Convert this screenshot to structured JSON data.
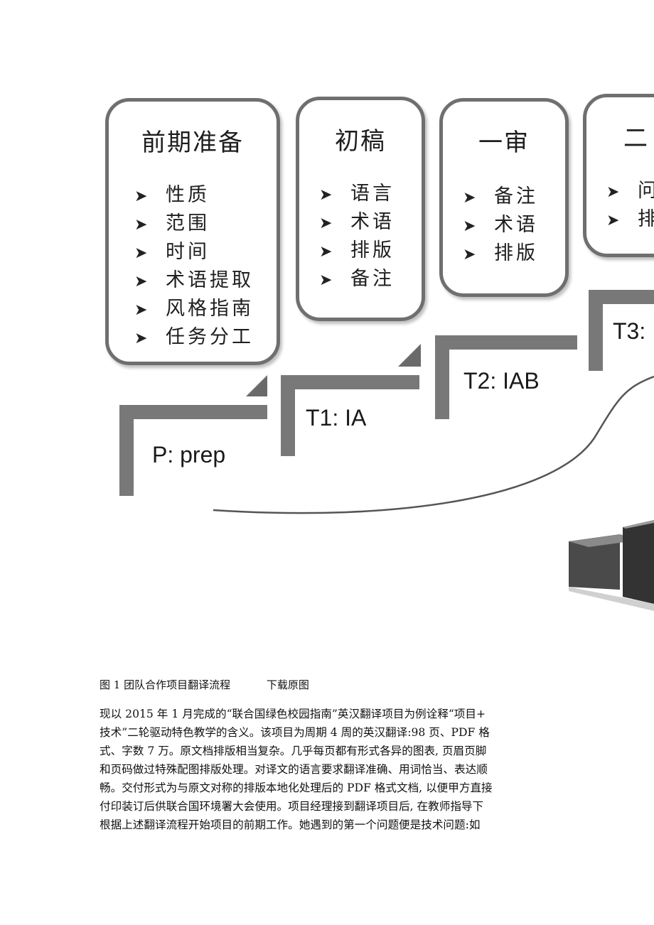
{
  "figure": {
    "stages": [
      {
        "title": "前期准备",
        "items": [
          "性质",
          "范围",
          "时间",
          "术语提取",
          "风格指南",
          "任务分工"
        ]
      },
      {
        "title": "初稿",
        "items": [
          "语言",
          "术语",
          "排版",
          "备注"
        ]
      },
      {
        "title": "一审",
        "items": [
          "备注",
          "术语",
          "排版"
        ]
      },
      {
        "title": "二",
        "items": [
          "问",
          "排"
        ]
      }
    ],
    "arrow_glyph": "➤",
    "steps": [
      "P: prep",
      "T1: IA",
      "T2: IAB",
      "T3:"
    ],
    "colors": {
      "step_bar": "#777777",
      "box_border": "#6f6f6f",
      "block_dark": "#404040",
      "block_mid": "#6a6a6a"
    }
  },
  "caption": {
    "label": "图 1 团队合作项目翻译流程",
    "link": "下载原图"
  },
  "paragraph_lines": [
    "现以 2015 年 1 月完成的“联合国绿色校园指南”英汉翻译项目为例诠释“项目+",
    "技术”二轮驱动特色教学的含义。该项目为周期 4 周的英汉翻译:98 页、PDF 格",
    "式、字数 7 万。原文档排版相当复杂。几乎每页都有形式各异的图表, 页眉页脚",
    "和页码做过特殊配图排版处理。对译文的语言要求翻译准确、用词恰当、表达顺",
    "畅。交付形式为与原文对称的排版本地化处理后的 PDF 格式文档, 以便甲方直接",
    "付印装订后供联合国环境署大会使用。项目经理接到翻译项目后, 在教师指导下",
    "根据上述翻译流程开始项目的前期工作。她遇到的第一个问题便是技术问题:如"
  ]
}
